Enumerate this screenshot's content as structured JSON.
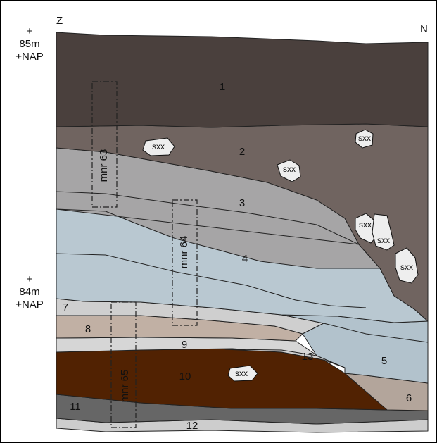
{
  "orientation": {
    "left": "Z",
    "right": "N"
  },
  "elevation_marks": [
    {
      "plus": "+",
      "value": "85m",
      "datum": "+NAP"
    },
    {
      "plus": "+",
      "value": "84m",
      "datum": "+NAP"
    }
  ],
  "layers": [
    "1",
    "2",
    "3",
    "4",
    "5",
    "6",
    "7",
    "8",
    "9",
    "10",
    "11",
    "12",
    "13"
  ],
  "sample_boxes": [
    "mnr 63",
    "mnr 64",
    "mnr 65"
  ],
  "stone_label": "sxx",
  "colors": {
    "layer_1": "#4a403d",
    "layer_2": "#706460",
    "layer_3": "#a6a5a6",
    "layer_4": "#b9c8d1",
    "layer_5": "#b2c2cc",
    "layer_6": "#b3a59b",
    "layer_7": "#cfcfcf",
    "layer_8": "#c1b0a4",
    "layer_9": "#d6d6d6",
    "layer_10": "#512202",
    "layer_11": "#666666",
    "layer_12": "#cdcdcd",
    "layer_13": "#cfcfcf",
    "stone": "#eeeeee"
  }
}
